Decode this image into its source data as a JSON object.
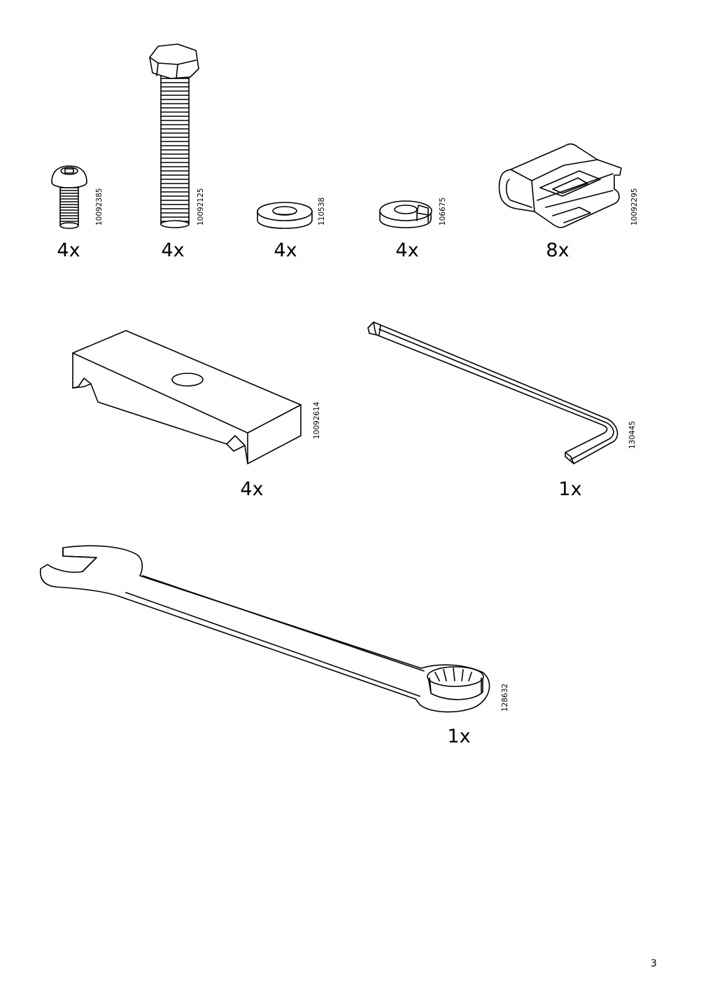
{
  "parts": [
    {
      "name": "button-head-screw",
      "quantity": "4x",
      "article_number": "10092385"
    },
    {
      "name": "hex-bolt",
      "quantity": "4x",
      "article_number": "10092125"
    },
    {
      "name": "flat-washer",
      "quantity": "4x",
      "article_number": "110538"
    },
    {
      "name": "spring-washer",
      "quantity": "4x",
      "article_number": "106675"
    },
    {
      "name": "bracket-clip",
      "quantity": "8x",
      "article_number": "10092295"
    },
    {
      "name": "slotted-block",
      "quantity": "4x",
      "article_number": "10092614"
    },
    {
      "name": "allen-key",
      "quantity": "1x",
      "article_number": "130445"
    },
    {
      "name": "combination-wrench",
      "quantity": "1x",
      "article_number": "128632"
    }
  ],
  "page_number": "3"
}
